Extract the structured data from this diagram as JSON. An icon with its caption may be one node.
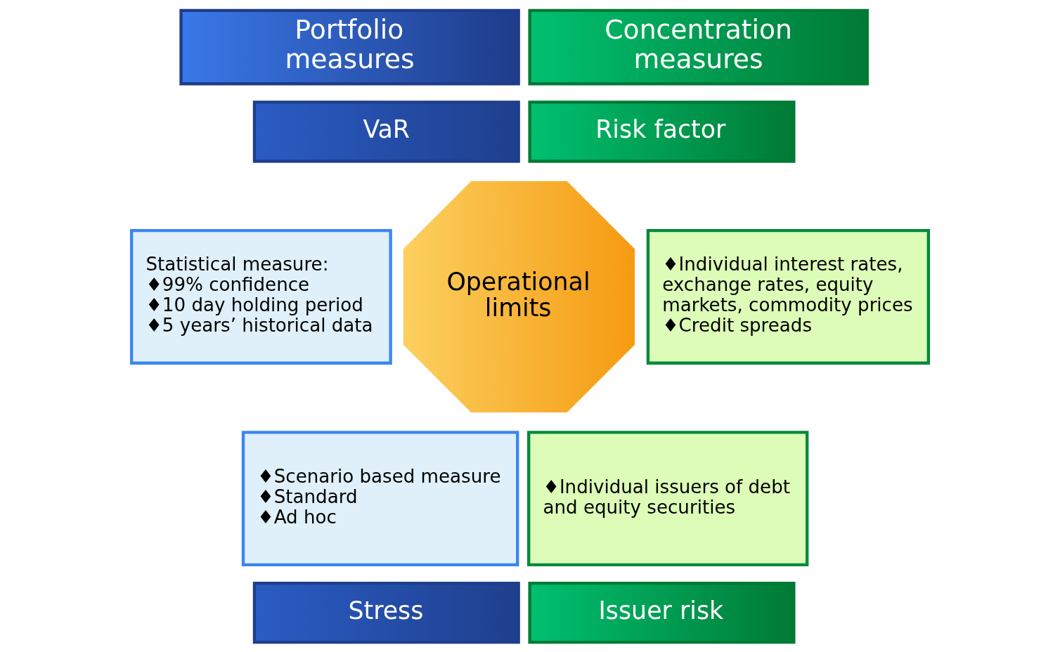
{
  "diagram": {
    "nodes": [
      {
        "text": [
          "Portfolio measures"
        ]
      },
      {
        "text": [
          "Concentration measures"
        ]
      },
      {
        "text": [
          "VaR"
        ]
      },
      {
        "text": [
          "Risk factor"
        ]
      },
      {
        "text": [
          "Statistical measure:",
          "♦99% confidence",
          "♦10 day holding period",
          "♦5 years’ historical data"
        ]
      },
      {
        "text": [
          "Operational limits"
        ]
      },
      {
        "text": [
          "♦Individual interest rates, exchange rates, equity markets, commodity prices",
          "♦Credit spreads"
        ]
      },
      {
        "text": [
          "♦Scenario based measure",
          "♦Standard",
          "♦Ad hoc"
        ]
      },
      {
        "text": [
          "♦Individual issuers of debt and equity securities"
        ]
      },
      {
        "text": [
          "Stress"
        ]
      },
      {
        "text": [
          "Issuer risk"
        ]
      }
    ]
  }
}
